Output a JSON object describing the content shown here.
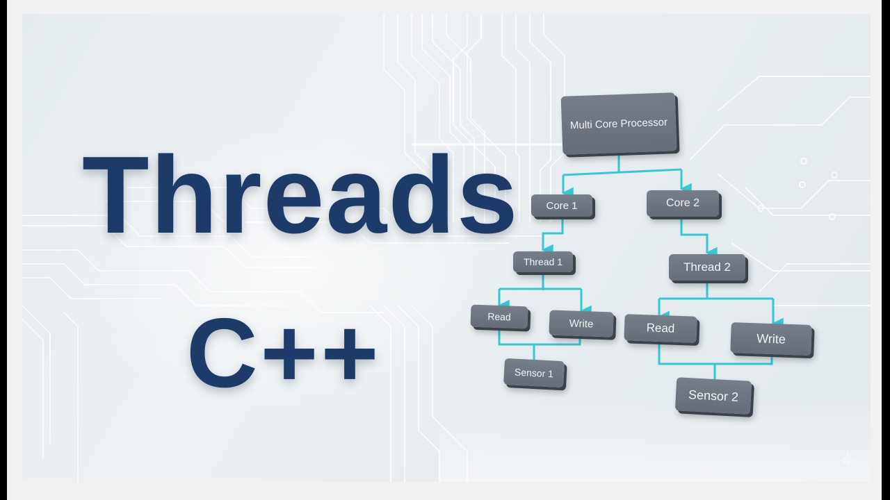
{
  "title": {
    "line1": "Threads",
    "line2": "C++"
  },
  "colors": {
    "title": "#1d3a68",
    "node_fill": "#6b7380",
    "node_text": "#f3f4f6",
    "connector": "#38c6d3",
    "background": "#e4ebee"
  },
  "diagram": {
    "root": {
      "label": "Multi Core Processor"
    },
    "cores": [
      {
        "label": "Core 1",
        "thread": {
          "label": "Thread 1",
          "ops": [
            {
              "label": "Read"
            },
            {
              "label": "Write"
            }
          ],
          "sensor": {
            "label": "Sensor 1"
          }
        }
      },
      {
        "label": "Core 2",
        "thread": {
          "label": "Thread 2",
          "ops": [
            {
              "label": "Read"
            },
            {
              "label": "Write"
            }
          ],
          "sensor": {
            "label": "Sensor 2"
          }
        }
      }
    ]
  },
  "icons": {
    "watermark": "sparkle-icon"
  }
}
